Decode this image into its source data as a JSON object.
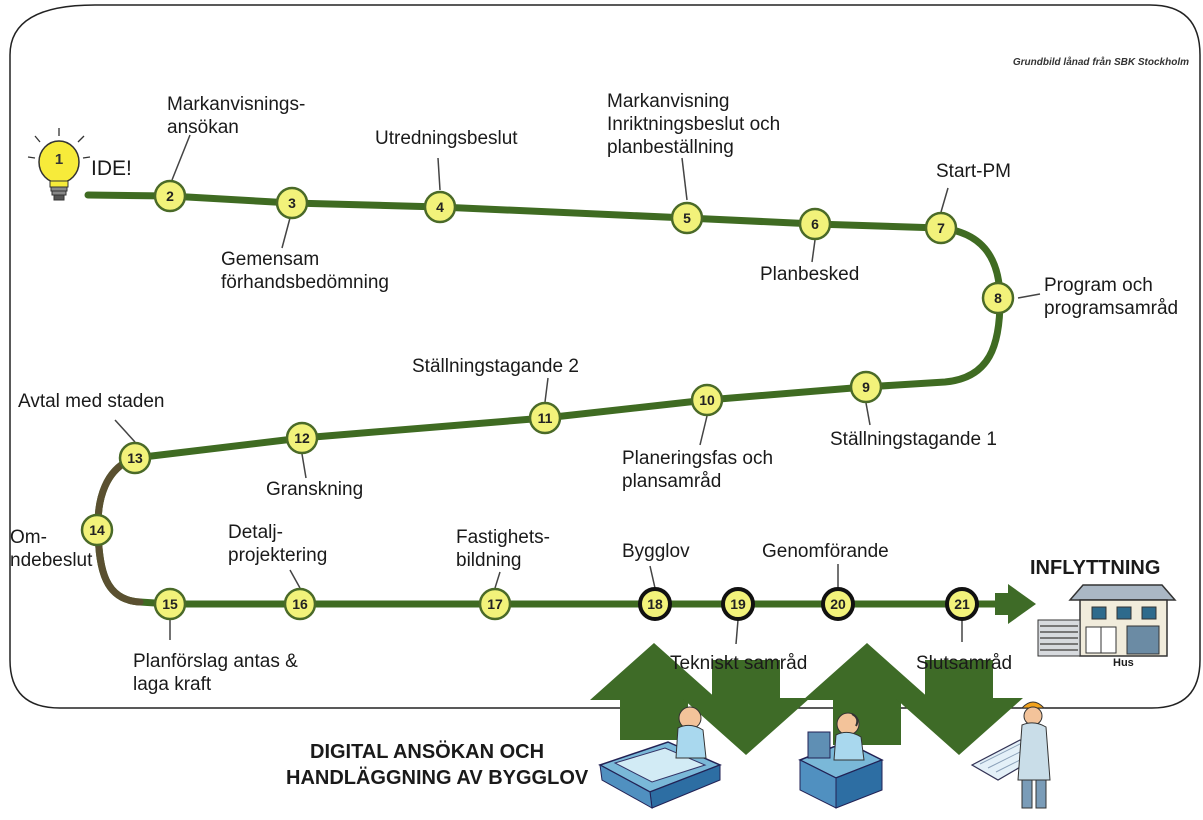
{
  "credit": "Grundbild lånad från SBK Stockholm",
  "start_label": "IDE!",
  "end_label": "INFLYTTNING",
  "house_label": "Hus",
  "bottom_title": [
    "DIGITAL ANSÖKAN OCH",
    "HANDLÄGGNING AV BYGGLOV"
  ],
  "colors": {
    "path": "#3f6b22",
    "path_dark": "#5a5030",
    "node_fill": "#f2f27a",
    "node_stroke": "#4a6a28",
    "arrow": "#3e6b27"
  },
  "steps": [
    {
      "n": "1",
      "label": ""
    },
    {
      "n": "2",
      "label": "Markanvisnings-\nansökan"
    },
    {
      "n": "3",
      "label": "Gemensam\nförhandsbedömning"
    },
    {
      "n": "4",
      "label": "Utredningsbeslut"
    },
    {
      "n": "5",
      "label": "Markanvisning\nInriktningsbeslut och\nplanbeställning"
    },
    {
      "n": "6",
      "label": "Planbesked"
    },
    {
      "n": "7",
      "label": "Start-PM"
    },
    {
      "n": "8",
      "label": "Program och\nprogramsamråd"
    },
    {
      "n": "9",
      "label": "Ställningstagande 1"
    },
    {
      "n": "10",
      "label": "Planeringsfas och\nplansamråd"
    },
    {
      "n": "11",
      "label": "Ställningstagande 2"
    },
    {
      "n": "12",
      "label": "Granskning"
    },
    {
      "n": "13",
      "label": "Avtal med staden"
    },
    {
      "n": "14",
      "label": "Om-\nndebeslut"
    },
    {
      "n": "15",
      "label": "Planförslag antas &\nlaga kraft"
    },
    {
      "n": "16",
      "label": "Detalj-\nprojektering"
    },
    {
      "n": "17",
      "label": "Fastighets-\nbildning"
    },
    {
      "n": "18",
      "label": "Bygglov"
    },
    {
      "n": "19",
      "label": "Tekniskt samråd"
    },
    {
      "n": "20",
      "label": "Genomförande"
    },
    {
      "n": "21",
      "label": "Slutsamråd"
    }
  ]
}
